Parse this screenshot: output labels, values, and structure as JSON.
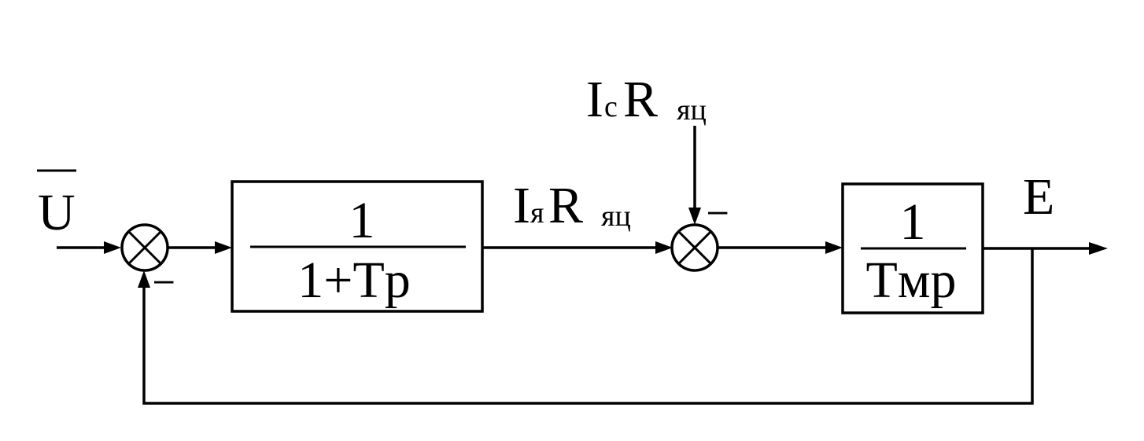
{
  "input": {
    "symbol": "U"
  },
  "block1": {
    "numerator": "1",
    "denominator": "1+Tp"
  },
  "block2": {
    "numerator": "1",
    "denominator": "Tмр"
  },
  "signal_mid": {
    "main": "I",
    "sub": "я",
    "r": "R",
    "r_sub": "яц"
  },
  "disturbance": {
    "main": "I",
    "sub": "с",
    "r": "R",
    "r_sub": "яц"
  },
  "output": {
    "symbol": "E"
  },
  "signs": {
    "feedback": "–",
    "disturbance": "–"
  }
}
